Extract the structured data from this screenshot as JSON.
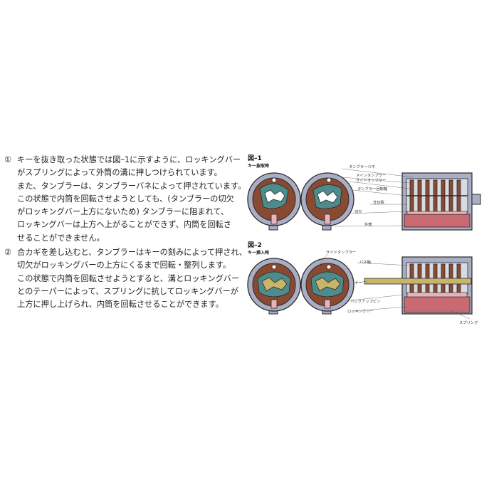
{
  "paragraphs": [
    {
      "number": "①",
      "lines": [
        "キーを抜き取った状態では図–1に示すように、ロッキングバー",
        "がスプリングによって外筒の溝に押しつけられています。",
        "また、タンブラーは、タンブラーバネによって押されています。",
        "この状態で内筒を回転させようとしても、(タンブラーの切欠",
        "がロッキングバー上方にないため) タンブラーに阻まれて、",
        "ロッキングバーは上方へ上がることができず、内筒を回転さ",
        "せることができません。"
      ]
    },
    {
      "number": "②",
      "lines": [
        "合カギを差し込むと、タンブラーはキーの刻みによって押され、",
        "切欠がロッキングバーの上方にくるまで回転・整列します。",
        "この状態で内筒を回転させようとすると、溝とロッキングバー",
        "とのテーパーによって、スプリングに抗してロッキングバーが",
        "上方に押し上げられ、内筒を回転させることができます。"
      ]
    }
  ],
  "figure1": {
    "title": "図–1",
    "subtitle": "キー抜取時",
    "labels": {
      "tumbler_spring": "タンブラーバネ",
      "main_tumbler": "メインタンブラー",
      "side_tumbler": "サイドタンブラー",
      "tumbler_axis": "タンブラー回転軸",
      "partition": "仕切板",
      "notch": "切欠",
      "outer_cylinder": "外筒"
    }
  },
  "figure2": {
    "title": "図–2",
    "subtitle": "キー挿入時",
    "labels": {
      "side_tumbler": "サイドタンブラー",
      "spring_axis": "バネ軸",
      "key": "キー",
      "backup_pin": "バックアップピン",
      "locking_bar": "ロッキングバー",
      "spring": "スプリング"
    }
  },
  "colors": {
    "outer_shell": "#a9aec4",
    "tumbler_brown": "#8a4a32",
    "inner_teal": "#4e8b8c",
    "key_gold": "#c9b56a",
    "locking_pink": "#e8b4b8",
    "body_red": "#c96a72",
    "dark_outline": "#2a2a2a"
  }
}
